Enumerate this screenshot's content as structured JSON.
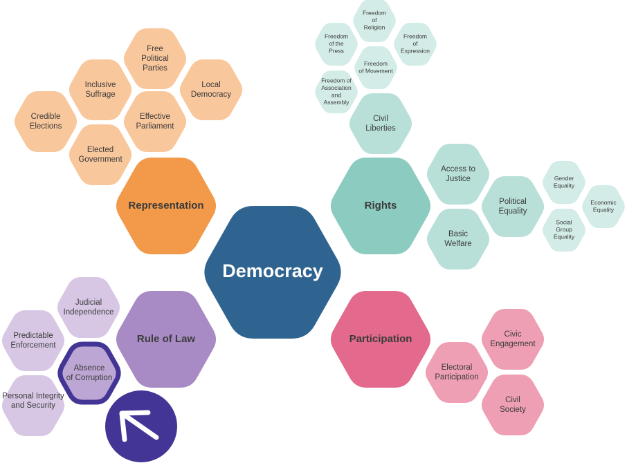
{
  "colors": {
    "democracy": "#2f6491",
    "representation": "#f2994a",
    "representation_light": "#f9c79c",
    "rights": "#8ccbbf",
    "rights_light": "#b8e0d8",
    "civil_light": "#d3ece7",
    "participation": "#e36a8c",
    "participation_light": "#ee9fb3",
    "rule_of_law": "#a88bc4",
    "rule_of_law_light": "#d7c7e4",
    "corruption_fill": "#bca6d3",
    "corruption_ring": "#433596",
    "arrow_badge": "#433596",
    "text_dark": "#3b3b3b",
    "text_white": "#ffffff"
  },
  "center": {
    "label": "Democracy"
  },
  "branches": {
    "representation": {
      "label": "Representation",
      "items": [
        "Free Political Parties",
        "Inclusive Suffrage",
        "Local Democracy",
        "Credible Elections",
        "Effective Parliament",
        "Elected Government"
      ]
    },
    "rights": {
      "label": "Rights",
      "civil_liberties": {
        "label": "Civil Liberties",
        "items": [
          "Freedom of Religion",
          "Freedom of the Press",
          "Freedom of Expression",
          "Freedom of Movement",
          "Freedom of Association and Assembly"
        ]
      },
      "items": [
        "Access to Justice",
        "Basic Welfare"
      ],
      "political_equality": {
        "label": "Political Equality",
        "items": [
          "Gender Equality",
          "Economic Equality",
          "Social Group Equality"
        ]
      }
    },
    "participation": {
      "label": "Participation",
      "items": [
        "Electoral Participation",
        "Civic Engagement",
        "Civil Society"
      ]
    },
    "rule_of_law": {
      "label": "Rule of Law",
      "items": [
        "Judicial Independence",
        "Predictable Enforcement",
        "Absence of Corruption",
        "Personal Integrity and Security"
      ]
    }
  },
  "badge": {
    "icon": "arrow-up-left-icon"
  }
}
